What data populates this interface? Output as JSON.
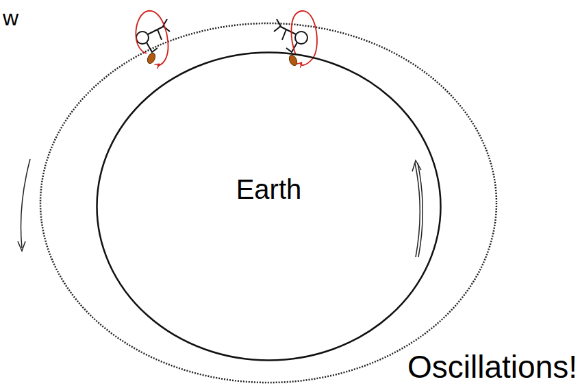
{
  "diagram": {
    "nodes": [
      {
        "text": [
          "Earth"
        ]
      }
    ],
    "labels": [
      "w",
      "Oscillations!"
    ]
  }
}
